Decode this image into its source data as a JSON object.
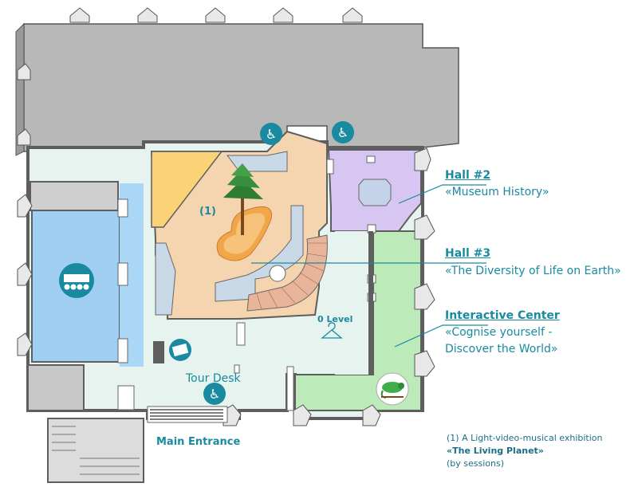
{
  "colors": {
    "roof": "#b8b8b8",
    "wall": "#5e5e5e",
    "hall_history": "#d7c6f2",
    "hall_diversity": "#f5d5b0",
    "hall_diversity_corner": "#fbd276",
    "interactive_center": "#bdeab9",
    "conference_hall": "#9fd0f3",
    "corridor": "#e6f3ef",
    "accent": "#1a8aa0"
  },
  "halls": [
    {
      "title": "Hall #2",
      "subtitle": "«Museum History»"
    },
    {
      "title": "Hall #3",
      "subtitle": "«The Diversity of Life on Earth»"
    },
    {
      "title": "Interactive Center",
      "subtitle_line1": "«Cognise yourself -",
      "subtitle_line2": "Discover the World»"
    }
  ],
  "map_labels": {
    "exhibit_marker": "(1)",
    "level": "0 Level",
    "tour_desk": "Tour Desk",
    "main_entrance": "Main Entrance"
  },
  "footnote": {
    "line1": "(1) A Light-video-musical exhibition",
    "line2": "«The Living Planet»",
    "line3": "(by sessions)"
  },
  "icons": [
    "wheelchair-icon",
    "conference-table-icon",
    "ticket-icon",
    "chameleon-icon",
    "pine-tree-icon",
    "hanger-icon"
  ]
}
